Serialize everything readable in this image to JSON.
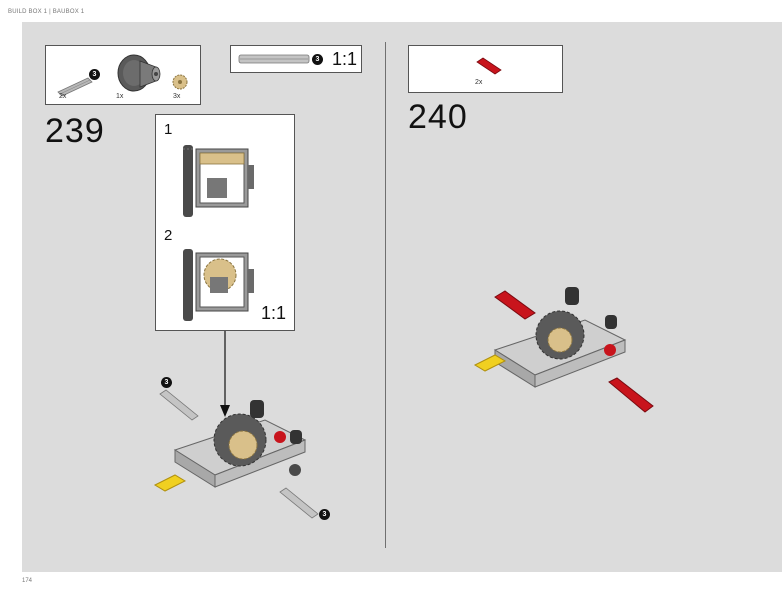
{
  "header": {
    "text": "BUILD BOX 1 | BAUBOX 1"
  },
  "footer": {
    "page_number": "174"
  },
  "step_239": {
    "number": "239",
    "parts": [
      {
        "qty": "2x",
        "icon": "axle-3-icon",
        "length_badge": "3"
      },
      {
        "qty": "1x",
        "icon": "differential-housing-icon"
      },
      {
        "qty": "3x",
        "icon": "bevel-gear-icon"
      }
    ],
    "axle_callout": {
      "length_badge": "3",
      "scale": "1:1"
    },
    "subassembly": {
      "steps": [
        {
          "number": "1"
        },
        {
          "number": "2"
        }
      ],
      "scale": "1:1"
    },
    "axle_badges": [
      "3",
      "3"
    ]
  },
  "step_240": {
    "number": "240",
    "parts": [
      {
        "qty": "2x",
        "icon": "red-pin-icon"
      }
    ]
  },
  "colors": {
    "panel": "#dcdcdc",
    "red_part": "#c8141c",
    "yellow_part": "#f0d020",
    "tan_gear": "#d9c08a"
  }
}
